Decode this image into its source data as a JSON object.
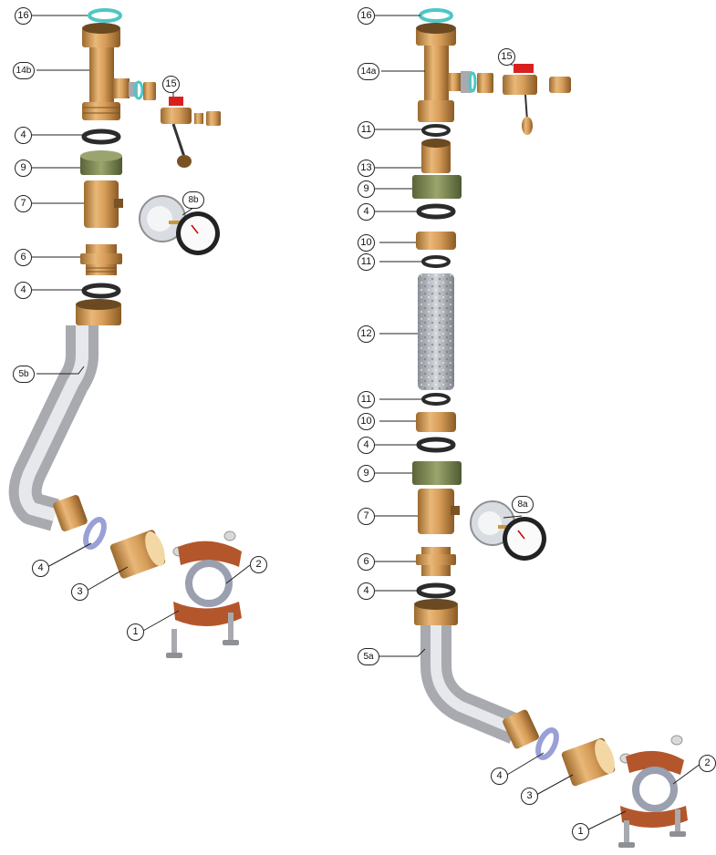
{
  "labels": {
    "l1": "1",
    "l2": "2",
    "l3": "3",
    "l4": "4",
    "l5a": "5a",
    "l5b": "5b",
    "l6": "6",
    "l7": "7",
    "l8a": "8a",
    "l8b": "8b",
    "l9": "9",
    "l10": "10",
    "l11": "11",
    "l12": "12",
    "l13": "13",
    "l14a": "14a",
    "l14b": "14b",
    "l15": "15",
    "l16": "16"
  },
  "colors": {
    "brass": "#d79d5a",
    "brass_dark": "#9c6a2e",
    "nut_green": "#7d8a58",
    "pipe": "#c8cace",
    "clamp": "#b4562b",
    "gasket_black": "#2b2b2b",
    "gasket_blue": "#9aa0d6",
    "seal_teal": "#4fc6c6",
    "valve_red": "#d82020"
  }
}
